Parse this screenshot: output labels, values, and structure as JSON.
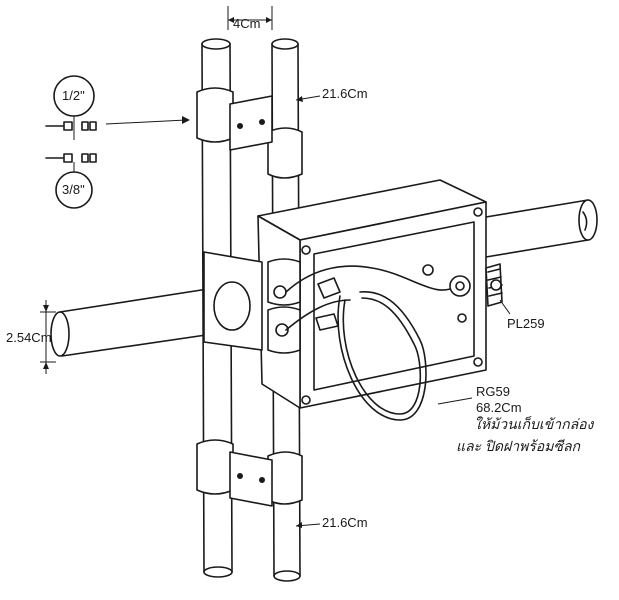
{
  "labels": {
    "spacing": "4Cm",
    "top_length": "21.6Cm",
    "bottom_length": "21.6Cm",
    "pipe_diameter": "2.54Cm",
    "connector": "PL259",
    "cable_type": "RG59",
    "cable_length": "68.2Cm",
    "thai_line1": "ให้ม้วนเก็บเข้ากล่อง",
    "thai_line2": "และ ปิดฝาพร้อมซีลก",
    "clamp_size_top": "1/2\"",
    "clamp_size_bottom": "3/8\""
  }
}
